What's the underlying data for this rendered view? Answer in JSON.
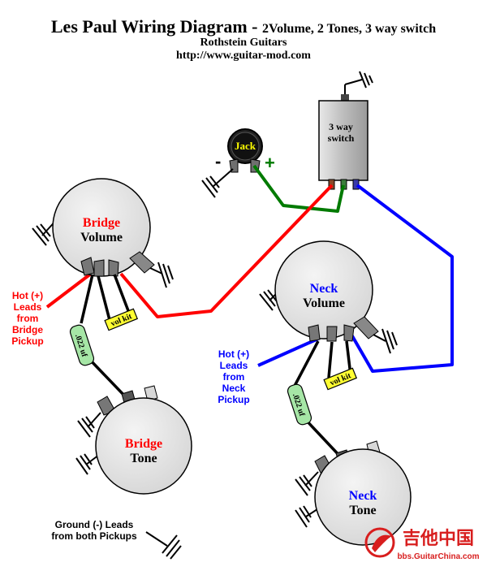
{
  "header": {
    "title": "Les Paul Wiring Diagram -",
    "title_suffix": "2Volume, 2 Tones, 3 way switch",
    "shop": "Rothstein Guitars",
    "url": "http://www.guitar-mod.com"
  },
  "switch": {
    "line1": "3 way",
    "line2": "switch"
  },
  "jack": {
    "label": "Jack",
    "minus": "-",
    "plus": "+"
  },
  "bridge_volume": {
    "line1": "Bridge",
    "line2": "Volume",
    "kit_label": "vol kit"
  },
  "neck_volume": {
    "line1": "Neck",
    "line2": "Volume",
    "kit_label": "vol kit"
  },
  "bridge_tone": {
    "line1": "Bridge",
    "line2": "Tone",
    "cap_label": ".022 uf"
  },
  "neck_tone": {
    "line1": "Neck",
    "line2": "Tone",
    "cap_label": ".022 uf"
  },
  "bridge_hot_note": [
    "Hot (+)",
    "Leads",
    "from",
    "Bridge",
    "Pickup"
  ],
  "neck_hot_note": [
    "Hot (+)",
    "Leads",
    "from",
    "Neck",
    "Pickup"
  ],
  "ground_note": [
    "Ground (-) Leads",
    "from both Pickups"
  ],
  "watermark": {
    "chinese": "吉他中国",
    "site": "bbs.GuitarChina.com"
  },
  "colors": {
    "bridge_text": "#ff0000",
    "neck_text": "#0000ff",
    "pot_fill": "#e6e6e6",
    "red_wire": "#ff0000",
    "blue_wire": "#0000ff",
    "green_wire": "#007a00",
    "capacitor": "#a6e6a6",
    "vol_kit": "#ffff33",
    "jack_text": "#ffff00",
    "watermark": "#d81e1e"
  }
}
